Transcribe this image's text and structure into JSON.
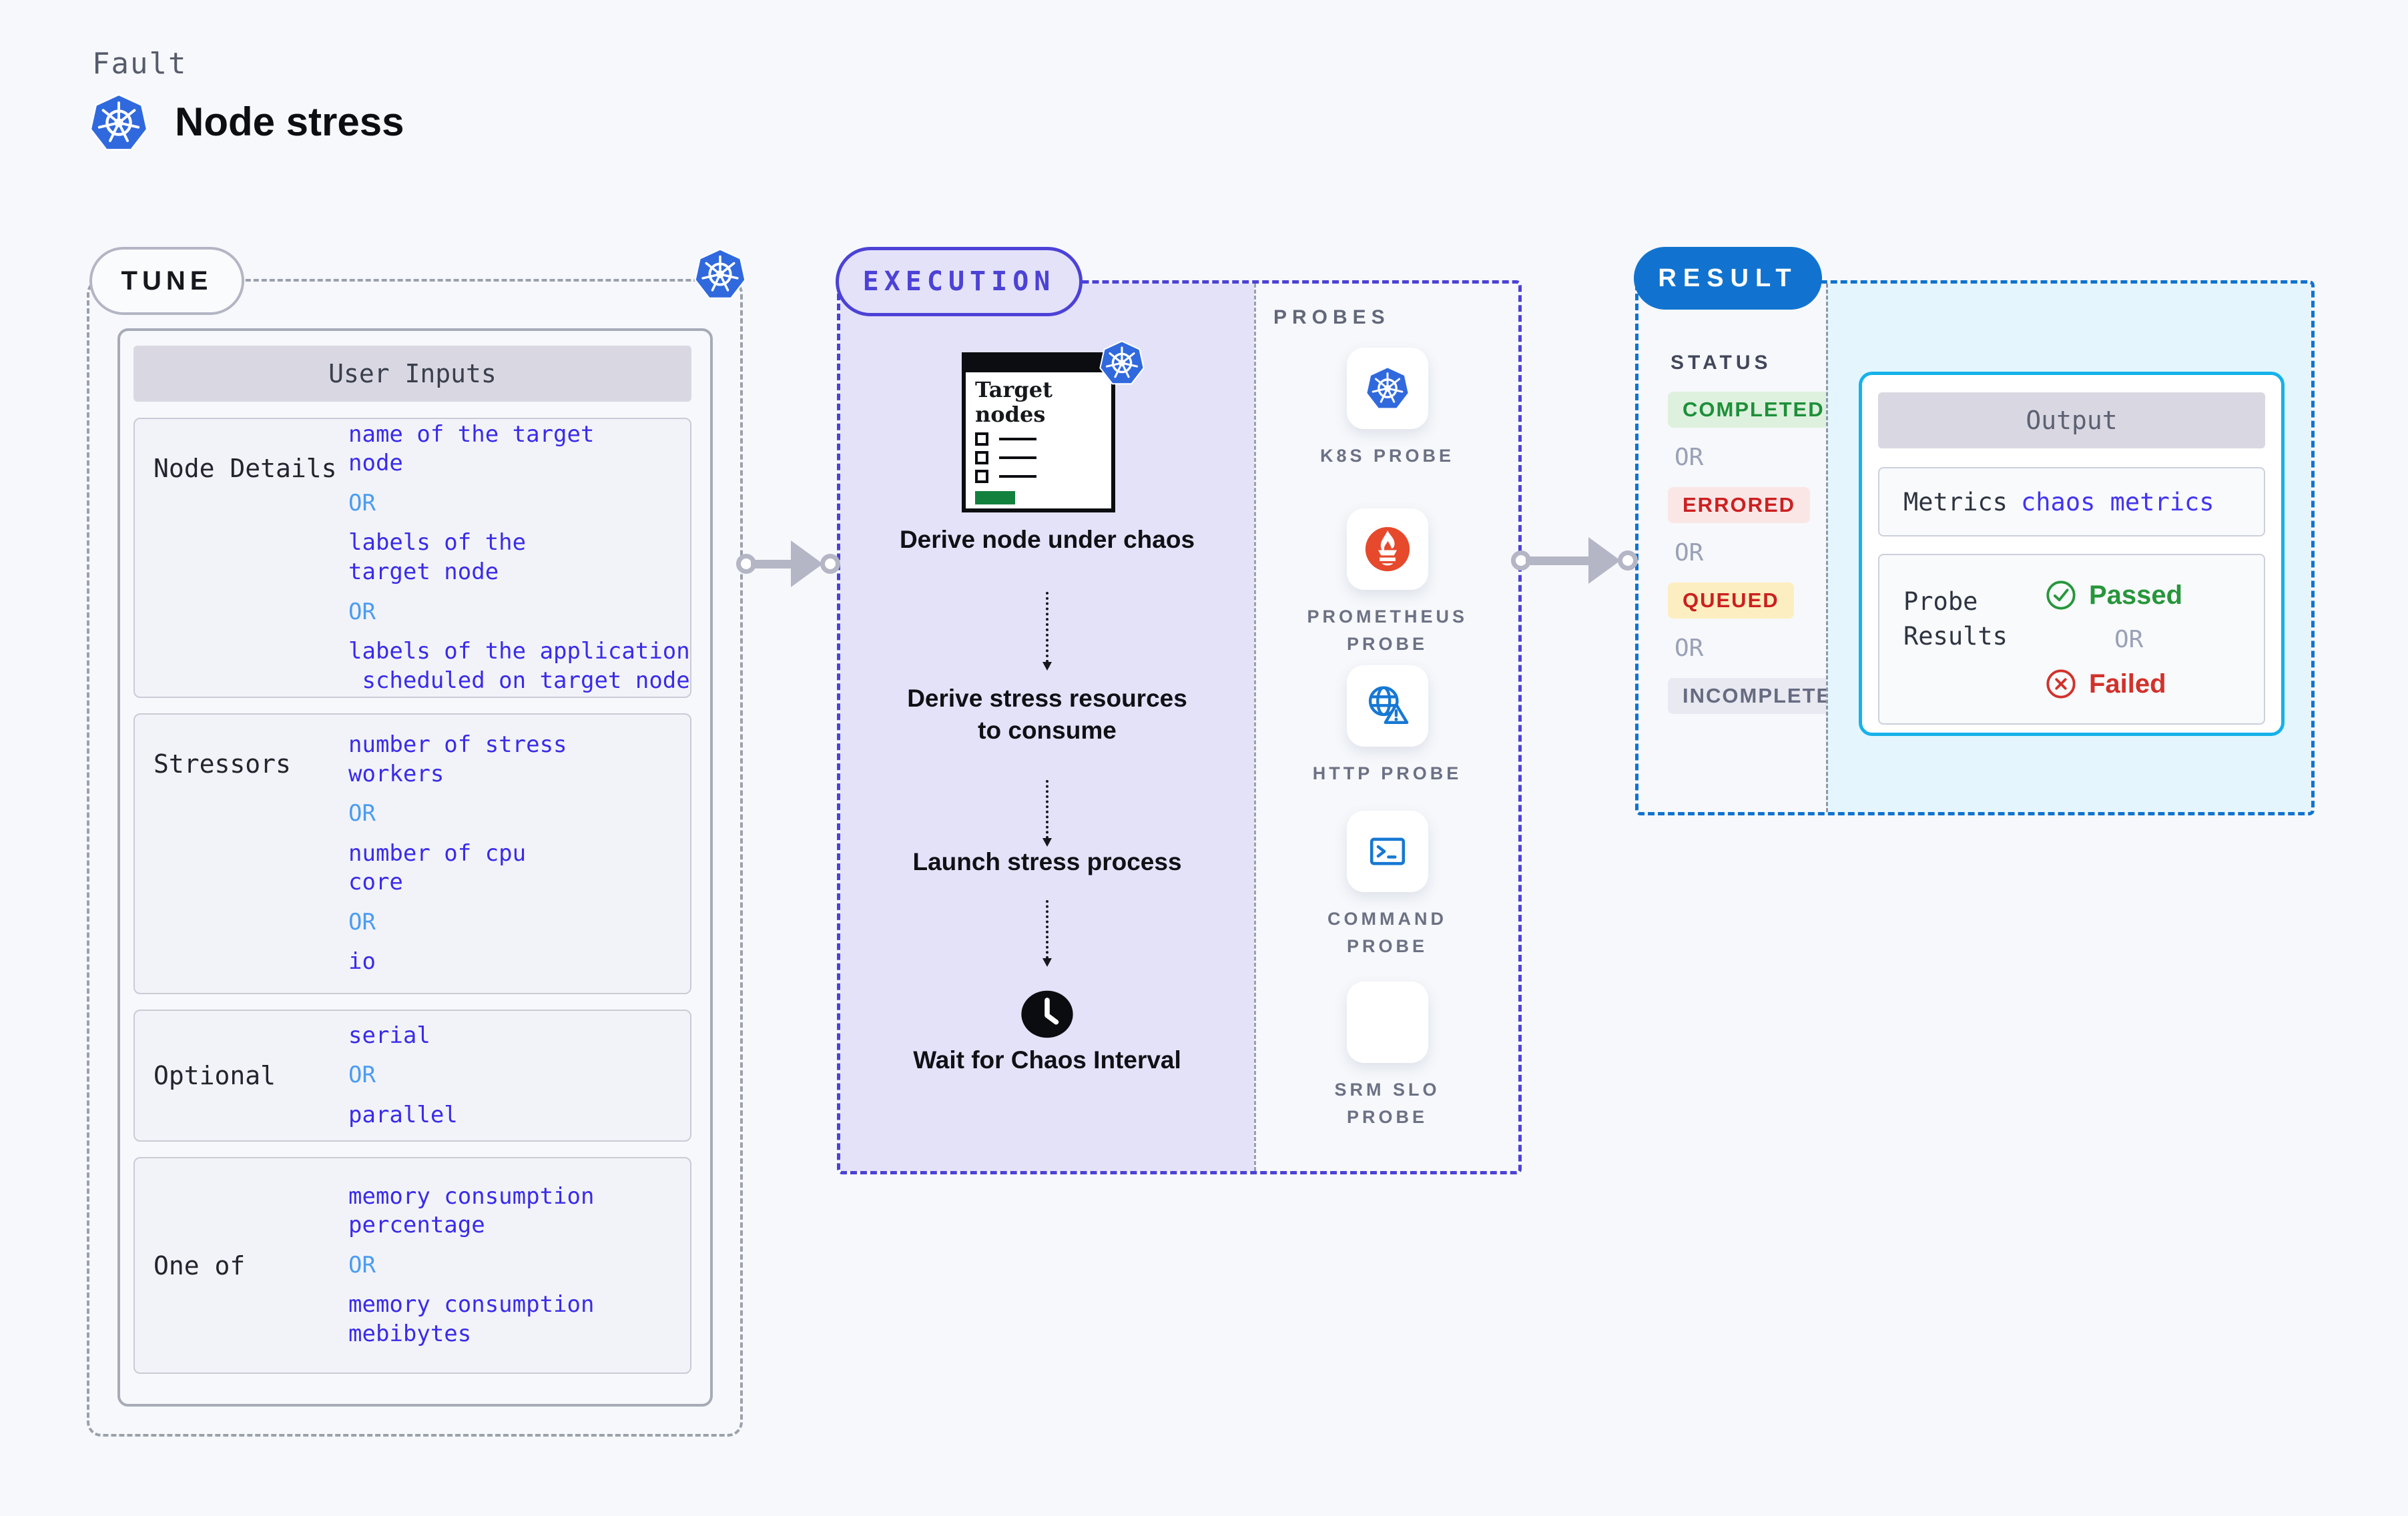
{
  "page": {
    "kicker": "Fault",
    "title": "Node stress"
  },
  "colors": {
    "accent_indigo": "#4c42d6",
    "accent_blue": "#1173cf",
    "cyan_border": "#16b2e9",
    "value_blue": "#3a2be9",
    "or_blue": "#4b9cf2",
    "k8s_blue": "#3069de",
    "prometheus_orange": "#e6492c",
    "probe_icon_blue": "#1678d3",
    "slo_purple": "#7a3bea",
    "passed_green": "#27963b",
    "failed_red": "#d2312a",
    "queued_bg": "#fceec0",
    "execution_panel_bg": "#e4e2f9",
    "result_panel_bg": "#e4f5fd",
    "progress_green": "#13813e"
  },
  "icons": [
    "kubernetes-icon",
    "prometheus-icon",
    "http-globe-warning-icon",
    "terminal-icon",
    "slo-donut-check-icon",
    "clock-icon",
    "check-circle-icon",
    "cross-circle-icon",
    "checklist-window-illustration"
  ],
  "tune": {
    "pill": "TUNE",
    "table_header": "User Inputs",
    "or_label": "OR",
    "rows": [
      {
        "label": "Node Details",
        "values": [
          "name of the target\nnode",
          "labels of the\ntarget node",
          "labels of the application\n scheduled on target node"
        ]
      },
      {
        "label": "Stressors",
        "values": [
          "number of stress\nworkers",
          "number of cpu\ncore",
          "io"
        ]
      },
      {
        "label": "Optional",
        "values": [
          "serial",
          "parallel"
        ]
      },
      {
        "label": "One of",
        "values": [
          "memory consumption\npercentage",
          "memory consumption\nmebibytes"
        ]
      }
    ]
  },
  "execution": {
    "pill": "EXECUTION",
    "window_title": "Target nodes",
    "steps": [
      "Derive node under chaos",
      "Derive stress resources to consume",
      "Launch stress process",
      "Wait for Chaos Interval"
    ]
  },
  "probes": {
    "heading": "PROBES",
    "items": [
      {
        "label": "K8S PROBE",
        "icon": "kubernetes-icon"
      },
      {
        "label": "PROMETHEUS PROBE",
        "icon": "prometheus-icon"
      },
      {
        "label": "HTTP PROBE",
        "icon": "http-globe-warning-icon"
      },
      {
        "label": "COMMAND PROBE",
        "icon": "terminal-icon"
      },
      {
        "label": "SRM SLO PROBE",
        "icon": "slo-donut-check-icon"
      }
    ]
  },
  "result": {
    "pill": "RESULT",
    "status_heading": "STATUS",
    "or_label": "OR",
    "statuses": [
      "COMPLETED",
      "ERRORED",
      "QUEUED",
      "INCOMPLETED"
    ],
    "output": {
      "header": "Output",
      "metrics_label": "Metrics",
      "metrics_value": "chaos metrics",
      "probe_results_label": "Probe Results",
      "passed_label": "Passed",
      "or_label": "OR",
      "failed_label": "Failed"
    }
  }
}
